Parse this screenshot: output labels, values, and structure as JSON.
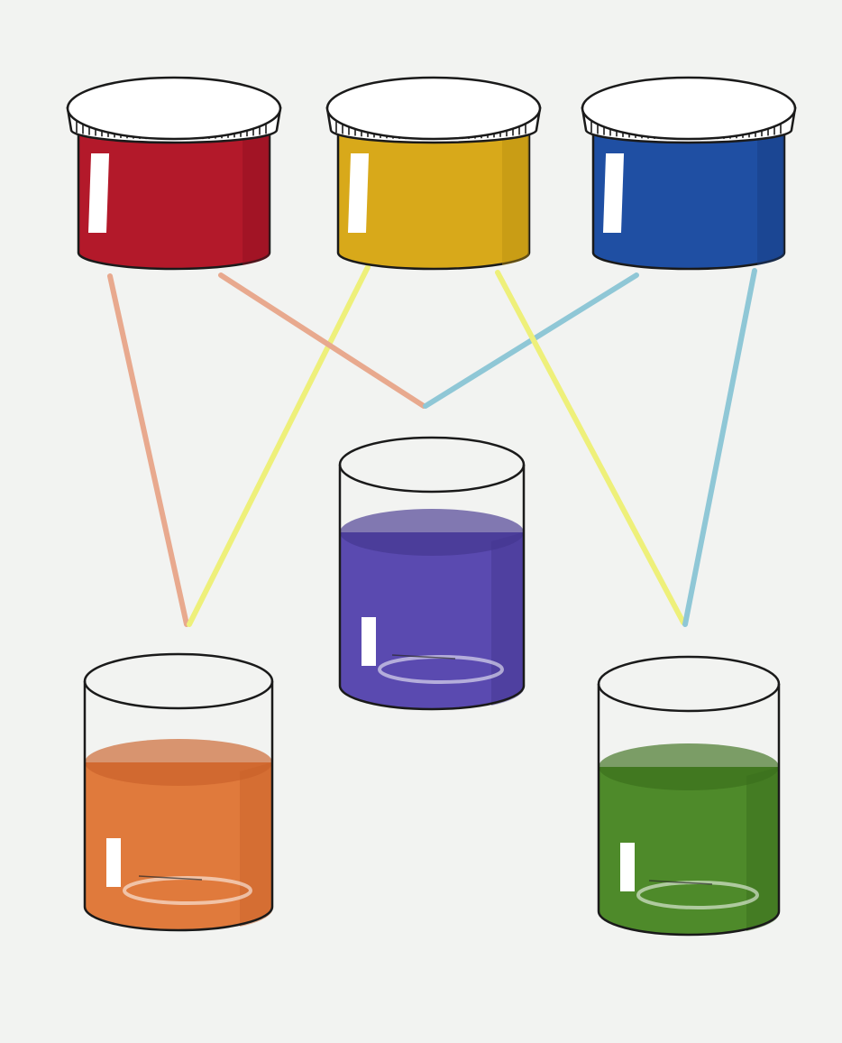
{
  "diagram": {
    "type": "color-mixing",
    "paper_color": "#f2f3f1",
    "ink_color": "#1a1a1a",
    "primary_jars": [
      {
        "id": "red",
        "icon": "red-paint-jar-icon",
        "color": "#b3192a",
        "shade": "#8e1020"
      },
      {
        "id": "yellow",
        "icon": "yellow-paint-jar-icon",
        "color": "#d8a91a",
        "shade": "#b98d10"
      },
      {
        "id": "blue",
        "icon": "blue-paint-jar-icon",
        "color": "#1f4fa3",
        "shade": "#163c80"
      }
    ],
    "mixed_glasses": [
      {
        "id": "orange",
        "icon": "orange-glass-icon",
        "color": "#e07a3c",
        "shade": "#c9612a",
        "mixed_from": [
          "red",
          "yellow"
        ]
      },
      {
        "id": "purple",
        "icon": "purple-glass-icon",
        "color": "#5a4ab0",
        "shade": "#43368f",
        "mixed_from": [
          "red",
          "blue"
        ]
      },
      {
        "id": "green",
        "icon": "green-glass-icon",
        "color": "#4e8a2a",
        "shade": "#3a6e1c",
        "mixed_from": [
          "yellow",
          "blue"
        ]
      }
    ],
    "arrows": [
      {
        "from": "red",
        "to": "orange",
        "color": "#e8a98e"
      },
      {
        "from": "yellow",
        "to": "orange",
        "color": "#eef07a"
      },
      {
        "from": "red",
        "to": "purple",
        "color": "#e8a98e"
      },
      {
        "from": "blue",
        "to": "purple",
        "color": "#8fc7d6"
      },
      {
        "from": "yellow",
        "to": "green",
        "color": "#eef07a"
      },
      {
        "from": "blue",
        "to": "green",
        "color": "#8fc7d6"
      }
    ]
  }
}
